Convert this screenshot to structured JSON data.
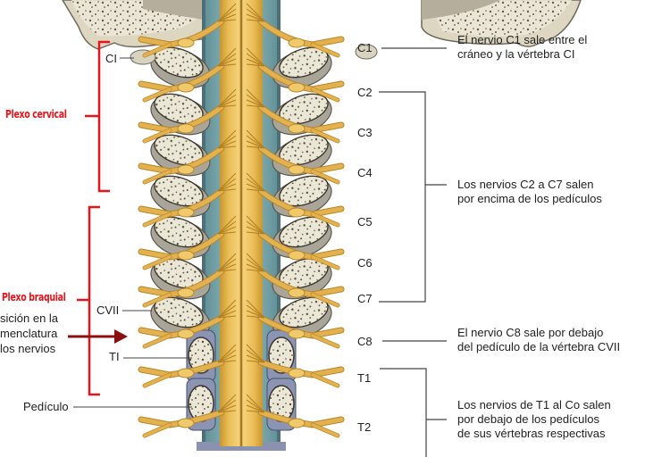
{
  "diagram": {
    "title": "Nervios raquídeos cervicales y torácicos superiores",
    "colors": {
      "nerve": "#e3b24e",
      "nerve_dark": "#b8862a",
      "bone": "#e8e4d4",
      "bone_shade": "#a9a598",
      "dura": "#7fb0b4",
      "bracket_red": "#e8141b",
      "arrow": "#8b0f0f",
      "line": "#444444"
    },
    "left_labels": {
      "plexo_cervical": "Plexo cervical",
      "plexo_braquial": "Plexo braquial",
      "vertebra_ci": "CI",
      "vertebra_cvii": "CVII",
      "vertebra_ti": "TI",
      "pediculo": "Pedículo",
      "change_note": [
        "sición en la",
        "menclatura",
        "los nervios"
      ]
    },
    "nerve_labels": [
      "C1",
      "C2",
      "C3",
      "C4",
      "C5",
      "C6",
      "C7",
      "C8",
      "T1",
      "T2"
    ],
    "descriptions": {
      "c1": [
        "El nervio C1 sale entre el",
        "cráneo y la vértebra CI"
      ],
      "c2_c7": [
        "Los nervios C2 a C7 salen",
        "por encima de los pedículos"
      ],
      "c8": [
        "El nervio C8 sale por debajo",
        "del pedículo de la vértebra CVII"
      ],
      "t1_co": [
        "Los nervios de T1 al Co salen",
        "por debajo de los pedículos",
        "de sus vértebras respectivas"
      ]
    }
  }
}
